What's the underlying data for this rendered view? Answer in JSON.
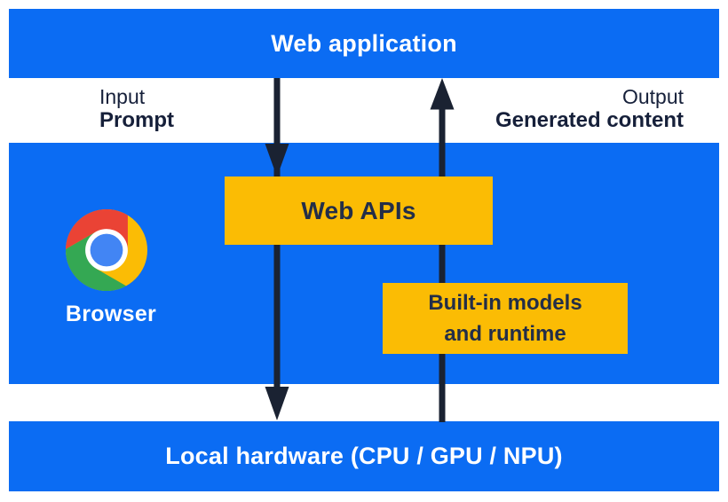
{
  "top_bar": {
    "label": "Web application"
  },
  "flow_labels": {
    "input_title": "Input",
    "input_value": "Prompt",
    "output_title": "Output",
    "output_value": "Generated content"
  },
  "browser_panel": {
    "label": "Browser",
    "web_apis_label": "Web APIs",
    "builtin_line1": "Built-in models",
    "builtin_line2": "and runtime"
  },
  "bottom_bar": {
    "label": "Local hardware (CPU / GPU / NPU)"
  },
  "icons": {
    "browser": "chrome-logo"
  },
  "colors": {
    "panel_blue": "#0b6cf3",
    "box_yellow": "#fbbc04",
    "arrow_ink": "#1a2232",
    "box_text_ink": "#232e48",
    "label_ink": "#16203a",
    "chrome_red": "#ea4335",
    "chrome_yellow": "#fbbc05",
    "chrome_green": "#34a853",
    "chrome_blue": "#4285f4",
    "text_white": "#ffffff"
  }
}
